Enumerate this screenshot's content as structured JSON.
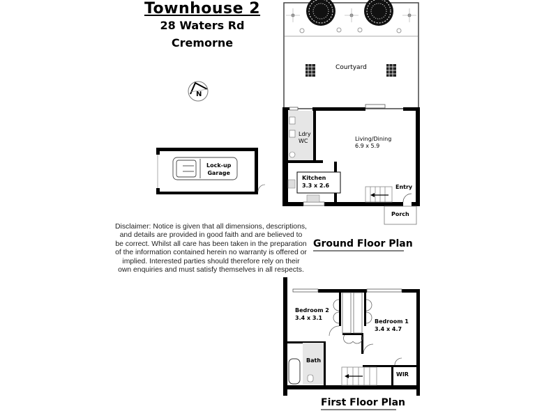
{
  "header": {
    "title": "Townhouse 2",
    "address": "28 Waters Rd",
    "suburb": "Cremorne"
  },
  "compass": {
    "label": "N"
  },
  "garage": {
    "label_line1": "Lock-up",
    "label_line2": "Garage"
  },
  "disclaimer": "Disclaimer: Notice is given that all dimensions, descriptions, and details are provided in good faith and are believed to be correct. Whilst all care has been taken in the preparation of the information contained herein no warranty is offered or implied. Interested parties should therefore rely on their own enquiries and must satisfy themselves in all respects.",
  "ground_floor": {
    "title": "Ground Floor Plan",
    "rooms": {
      "courtyard": "Courtyard",
      "laundry_line1": "Ldry",
      "laundry_line2": "WC",
      "living_name": "Living/Dining",
      "living_dims": "6.9 x 5.9",
      "kitchen_name": "Kitchen",
      "kitchen_dims": "3.3 x 2.6",
      "entry": "Entry",
      "porch": "Porch"
    }
  },
  "first_floor": {
    "title": "First Floor Plan",
    "rooms": {
      "bed2_name": "Bedroom 2",
      "bed2_dims": "3.4 x 3.1",
      "bed1_name": "Bedroom 1",
      "bed1_dims": "3.4 x 4.7",
      "bath": "Bath",
      "wir": "WIR"
    }
  }
}
